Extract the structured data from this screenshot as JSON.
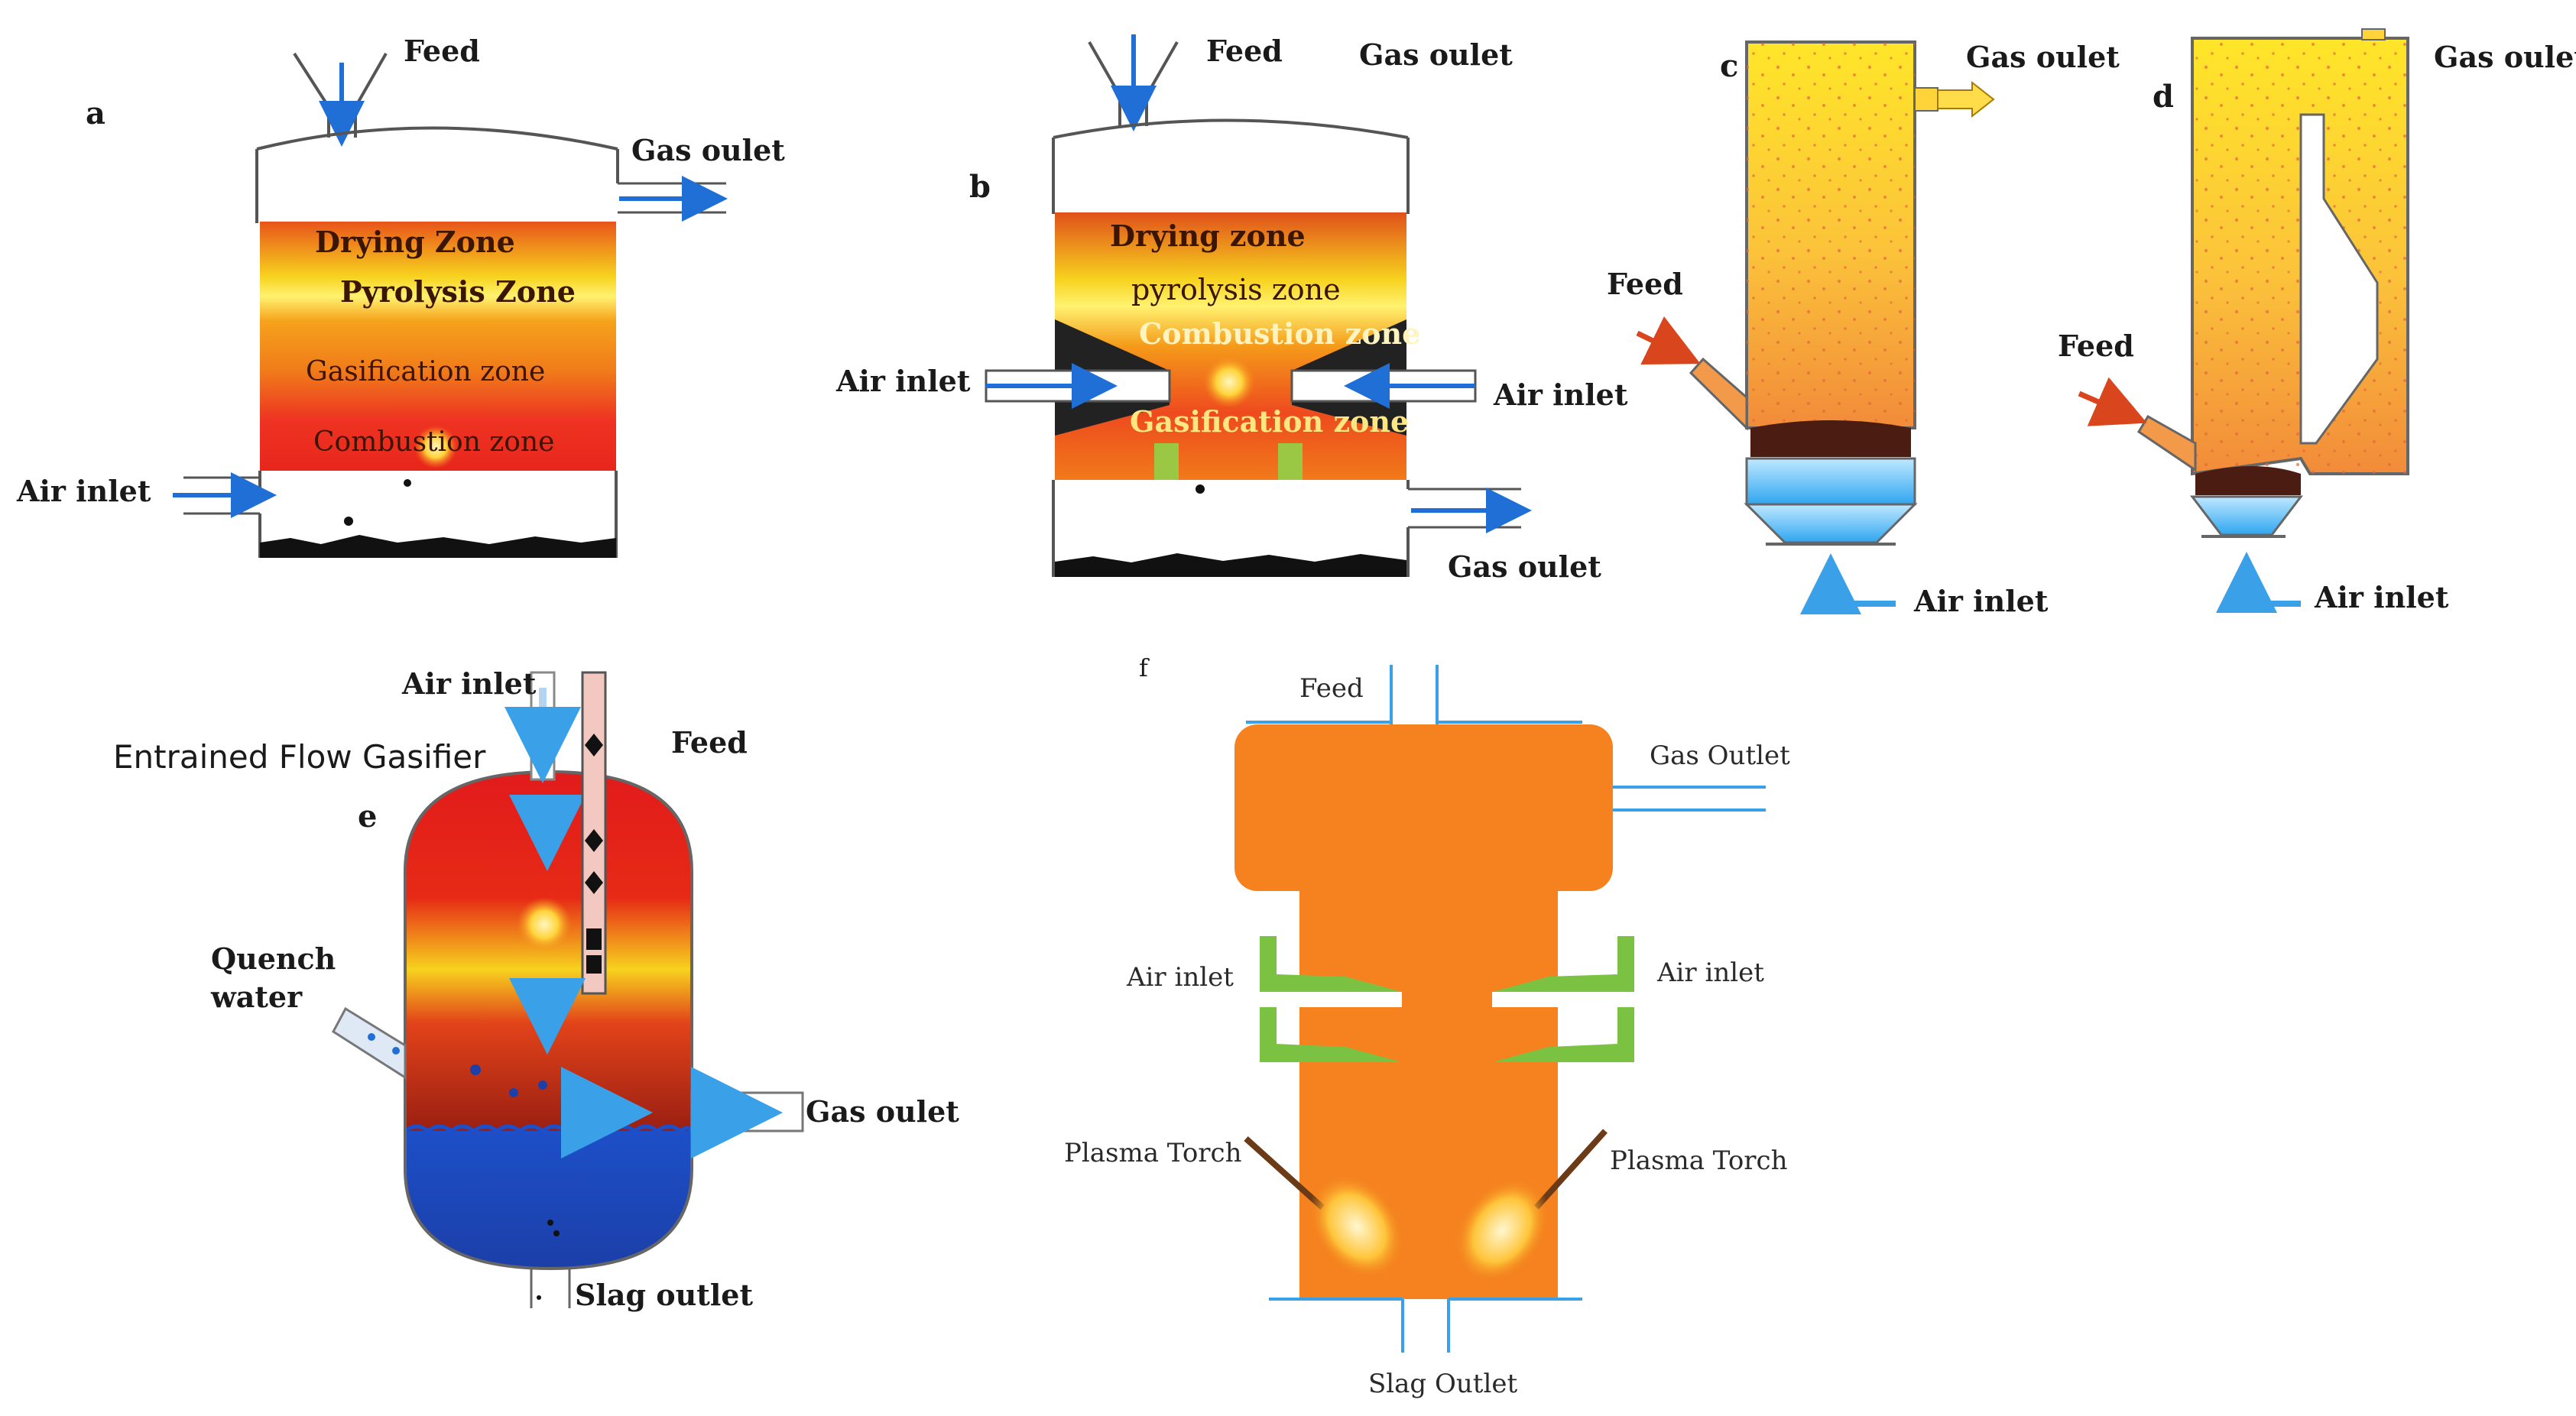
{
  "panels": {
    "a": {
      "letter": "a",
      "feed": "Feed",
      "gas_outlet": "Gas oulet",
      "air_inlet": "Air inlet",
      "zones": [
        "Drying Zone",
        "Pyrolysis Zone",
        "Gasification zone",
        "Combustion zone"
      ]
    },
    "b": {
      "letter": "b",
      "feed": "Feed",
      "gas_outlet_top": "Gas oulet",
      "gas_outlet_bottom": "Gas oulet",
      "air_inlet_left": "Air inlet",
      "air_inlet_right": "Air inlet",
      "zones": [
        "Drying zone",
        "pyrolysis zone",
        "Combustion zone",
        "Gasification zone"
      ]
    },
    "c": {
      "letter": "c",
      "gas_outlet": "Gas oulet",
      "feed": "Feed",
      "air_inlet": "Air inlet"
    },
    "d": {
      "letter": "d",
      "gas_outlet": "Gas oulet",
      "feed": "Feed",
      "air_inlet": "Air inlet"
    },
    "e": {
      "letter": "e",
      "title": "Entrained Flow Gasifier",
      "air_inlet": "Air inlet",
      "feed": "Feed",
      "quench_1": "Quench",
      "quench_2": "water",
      "gas_outlet": "Gas oulet",
      "slag_outlet": "Slag outlet"
    },
    "f": {
      "letter": "f",
      "feed": "Feed",
      "gas_outlet": "Gas Outlet",
      "air_inlet_left": "Air inlet",
      "air_inlet_right": "Air inlet",
      "plasma_left": "Plasma Torch",
      "plasma_right": "Plasma Torch",
      "slag_outlet": "Slag Outlet"
    }
  },
  "colors": {
    "arrow_blue": "#1f6fd6",
    "light_blue": "#3aa0e8",
    "orange_body": "#f5821f",
    "feed_arrow": "#d9451c",
    "green": "#7cc242"
  }
}
